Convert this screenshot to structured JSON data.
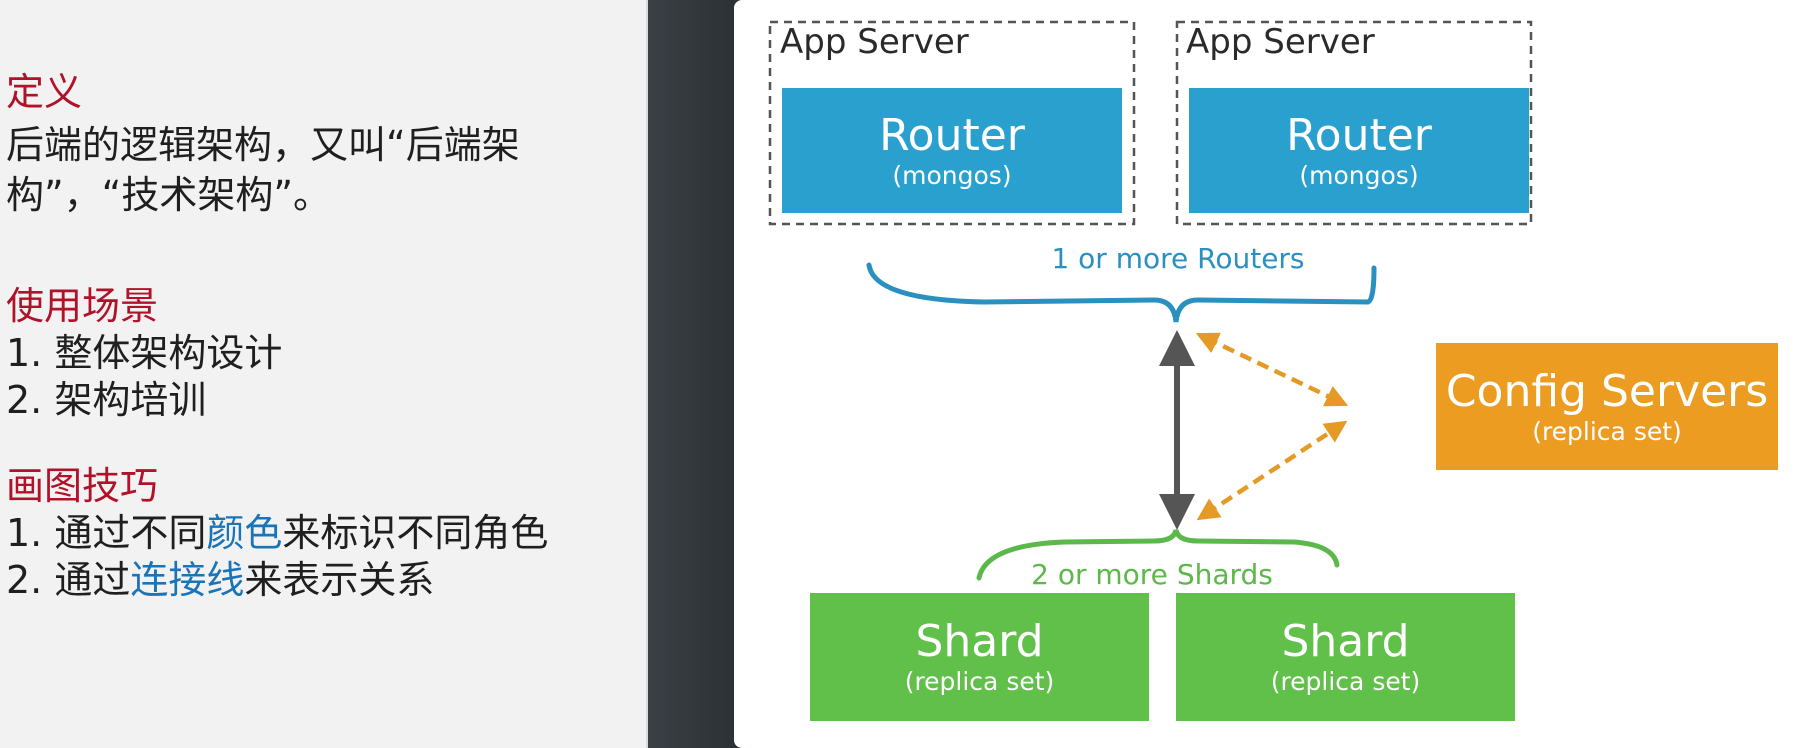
{
  "left_panel": {
    "definition": {
      "heading": "定义",
      "line1": "后端的逻辑架构，又叫“后端架",
      "line2": "构”，“技术架构”。"
    },
    "usage": {
      "heading": "使用场景",
      "items": [
        "1.  整体架构设计",
        "2.  架构培训"
      ]
    },
    "tips": {
      "heading": "画图技巧",
      "item1": {
        "prefix": "1.  通过不同",
        "highlight": "颜色",
        "suffix": "来标识不同角色"
      },
      "item2": {
        "prefix": "2.  通过",
        "highlight": "连接线",
        "suffix": "来表示关系"
      }
    }
  },
  "diagram": {
    "app_servers": [
      {
        "label": "App Server",
        "router_title": "Router",
        "router_sub": "(mongos)"
      },
      {
        "label": "App Server",
        "router_title": "Router",
        "router_sub": "(mongos)"
      }
    ],
    "routers_brace_label": "1 or more Routers",
    "config": {
      "title": "Config Servers",
      "sub": "(replica set)"
    },
    "shards_brace_label": "2 or more Shards",
    "shards": [
      {
        "title": "Shard",
        "sub": "(replica set)"
      },
      {
        "title": "Shard",
        "sub": "(replica set)"
      }
    ],
    "colors": {
      "router": "#2aa0cf",
      "config": "#ec9d21",
      "shard": "#61c049",
      "routers_brace": "#2a90c0",
      "shards_brace": "#5cb84a",
      "main_arrow": "#555555",
      "dashed_arrow": "#e69a26",
      "heading_red": "#b0122a",
      "highlight_blue": "#1a74b8"
    }
  }
}
